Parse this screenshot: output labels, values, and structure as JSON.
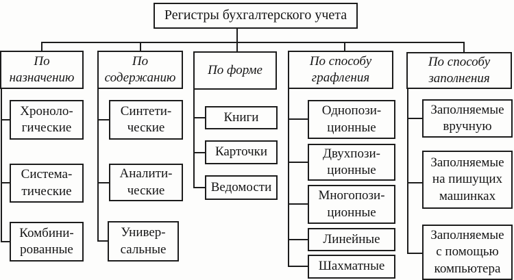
{
  "diagram": {
    "title": "Регистры бухгалтерского учета",
    "columns": [
      {
        "header": "По\nназначению",
        "items": [
          "Хроноло-\nгические",
          "Система-\nтические",
          "Комбини-\nрованные"
        ]
      },
      {
        "header": "По\nсодержанию",
        "items": [
          "Синтети-\nческие",
          "Аналити-\nческие",
          "Универ-\nсальные"
        ]
      },
      {
        "header": "По форме",
        "items": [
          "Книги",
          "Карточки",
          "Ведомости"
        ]
      },
      {
        "header": "По способу\nграфления",
        "items": [
          "Однопози-\nционные",
          "Двухпози-\nционные",
          "Многопози-\nционные",
          "Линейные",
          "Шахматные"
        ]
      },
      {
        "header": "По способу\nзаполнения",
        "items": [
          "Заполняемые\nвручную",
          "Заполняемые\nна пишущих\nмашинках",
          "Заполняемые\nс помощью\nкомпьютера"
        ]
      }
    ],
    "colors": {
      "line": "#1c1c1c",
      "background": "#fdfdfc"
    }
  }
}
